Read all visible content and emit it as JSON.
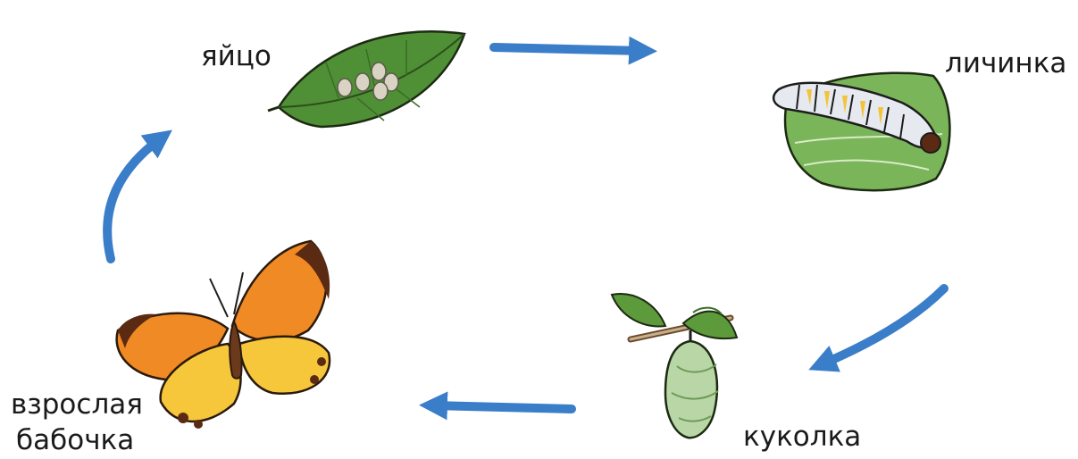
{
  "stages": {
    "egg": "яйцо",
    "larva": "личинка",
    "pupa": "куколка",
    "adult_line1": "взрослая",
    "adult_line2": "бабочка"
  },
  "colors": {
    "arrow": "#3a7dc8",
    "leaf_dark": "#4f8f35",
    "leaf_light": "#7ab55a",
    "butterfly_orange": "#f08a24",
    "butterfly_yellow": "#f6c63b",
    "chrysalis": "#b9d7a6"
  }
}
